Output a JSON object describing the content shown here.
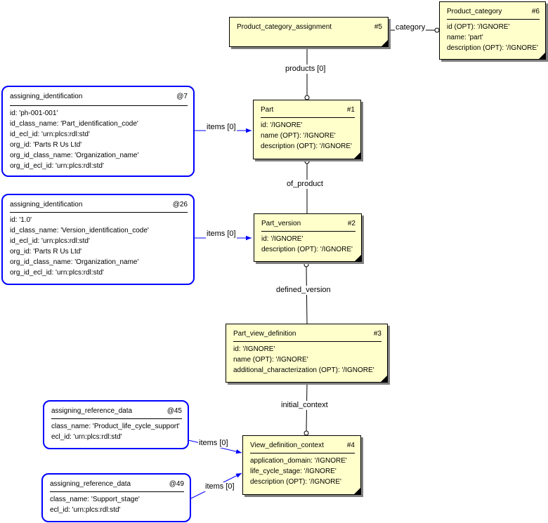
{
  "entities": {
    "product_category_assignment": {
      "name": "Product_category_assignment",
      "tag": "#5",
      "attrs": []
    },
    "product_category": {
      "name": "Product_category",
      "tag": "#6",
      "attrs": [
        "id (OPT): '/IGNORE'",
        "name: 'part'",
        "description (OPT): '/IGNORE'"
      ]
    },
    "part": {
      "name": "Part",
      "tag": "#1",
      "attrs": [
        "id: '/IGNORE'",
        "name (OPT): '/IGNORE'",
        "description (OPT): '/IGNORE'"
      ]
    },
    "part_version": {
      "name": "Part_version",
      "tag": "#2",
      "attrs": [
        "id: '/IGNORE'",
        "description (OPT): '/IGNORE'"
      ]
    },
    "part_view_definition": {
      "name": "Part_view_definition",
      "tag": "#3",
      "attrs": [
        "id: '/IGNORE'",
        "name (OPT): '/IGNORE'",
        "additional_characterization (OPT): '/IGNORE'"
      ]
    },
    "view_definition_context": {
      "name": "View_definition_context",
      "tag": "#4",
      "attrs": [
        "application_domain: '/IGNORE'",
        "life_cycle_stage: '/IGNORE'",
        "description (OPT): '/IGNORE'"
      ]
    }
  },
  "references": {
    "ai7": {
      "name": "assigning_identification",
      "tag": "@7",
      "attrs": [
        "id: 'ph-001-001'",
        "id_class_name: 'Part_identification_code'",
        "id_ecl_id: 'urn:plcs:rdl:std'",
        "org_id: 'Parts R Us Ltd'",
        "org_id_class_name: 'Organization_name'",
        "org_id_ecl_id: 'urn:plcs:rdl:std'"
      ]
    },
    "ai26": {
      "name": "assigning_identification",
      "tag": "@26",
      "attrs": [
        "id: '1.0'",
        "id_class_name: 'Version_identification_code'",
        "id_ecl_id: 'urn:plcs:rdl:std'",
        "org_id: 'Parts R Us Ltd'",
        "org_id_class_name: 'Organization_name'",
        "org_id_ecl_id: 'urn:plcs:rdl:std'"
      ]
    },
    "ard45": {
      "name": "assigning_reference_data",
      "tag": "@45",
      "attrs": [
        "class_name: 'Product_life_cycle_support'",
        "ecl_id: 'urn:plcs:rdl:std'"
      ]
    },
    "ard49": {
      "name": "assigning_reference_data",
      "tag": "@49",
      "attrs": [
        "class_name: 'Support_stage'",
        "ecl_id: 'urn:plcs:rdl:std'"
      ]
    }
  },
  "links": {
    "category": "category",
    "products": "products [0]",
    "of_product": "of_product",
    "defined_version": "defined_version",
    "initial_context": "initial_context",
    "items_part": "items [0]",
    "items_version": "items [0]",
    "items_ctx_45": "items [0]",
    "items_ctx_49": "items [0]"
  },
  "colors": {
    "entity_fill": "#ffffcc",
    "reference_border": "#0000ff",
    "line": "#000000",
    "reference_line": "#0000ff"
  }
}
